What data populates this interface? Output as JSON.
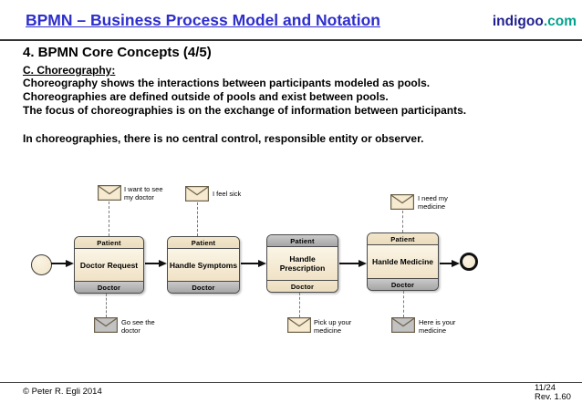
{
  "header": {
    "title": "BPMN – Business Process Model and Notation",
    "logo": {
      "name": "indigoo",
      "tld": ".com"
    }
  },
  "content": {
    "heading": "4. BPMN Core Concepts (4/5)",
    "subheading": "C. Choreography:",
    "lines": [
      "Choreography shows the interactions between participants modeled as pools.",
      "Choreographies are defined outside of pools and exist between pools.",
      "The focus of choreographies is on the exchange of information between participants."
    ],
    "final_line": "In choreographies, there is no central control, responsible entity or observer."
  },
  "diagram": {
    "type": "bpmn-choreography",
    "tasks": [
      {
        "top_band": "Patient",
        "name": "Doctor Request",
        "bottom_band": "Doctor",
        "top_shaded": false,
        "bottom_shaded": true
      },
      {
        "top_band": "Patient",
        "name": "Handle Symptoms",
        "bottom_band": "Doctor",
        "top_shaded": false,
        "bottom_shaded": true
      },
      {
        "top_band": "Patient",
        "name": "Handle Prescription",
        "bottom_band": "Doctor",
        "top_shaded": true,
        "bottom_shaded": false
      },
      {
        "top_band": "Patient",
        "name": "Hanlde Medicine",
        "bottom_band": "Doctor",
        "top_shaded": false,
        "bottom_shaded": true
      }
    ],
    "messages": [
      {
        "label": "I want to see\nmy doctor",
        "shaded": false,
        "position": "above-task-1"
      },
      {
        "label": "I feel sick",
        "shaded": false,
        "position": "above-task-2"
      },
      {
        "label": "I need my\nmedicine",
        "shaded": false,
        "position": "above-task-4"
      },
      {
        "label": "Go see the\ndoctor",
        "shaded": true,
        "position": "below-task-1"
      },
      {
        "label": "Pick up your\nmedicine",
        "shaded": false,
        "position": "below-task-3"
      },
      {
        "label": "Here is your\nmedicine",
        "shaded": true,
        "position": "below-task-4"
      }
    ]
  },
  "footer": {
    "copyright": "© Peter R. Egli 2014",
    "page": "11/24",
    "revision": "Rev. 1.60"
  },
  "colors": {
    "title_blue": "#2E2ECC",
    "logo_navy": "#1F1F8F",
    "logo_teal": "#00A18C",
    "task_cream": "#F6ECD5",
    "band_gray": "#B3B3B3",
    "border_dark": "#4A4A4A"
  }
}
